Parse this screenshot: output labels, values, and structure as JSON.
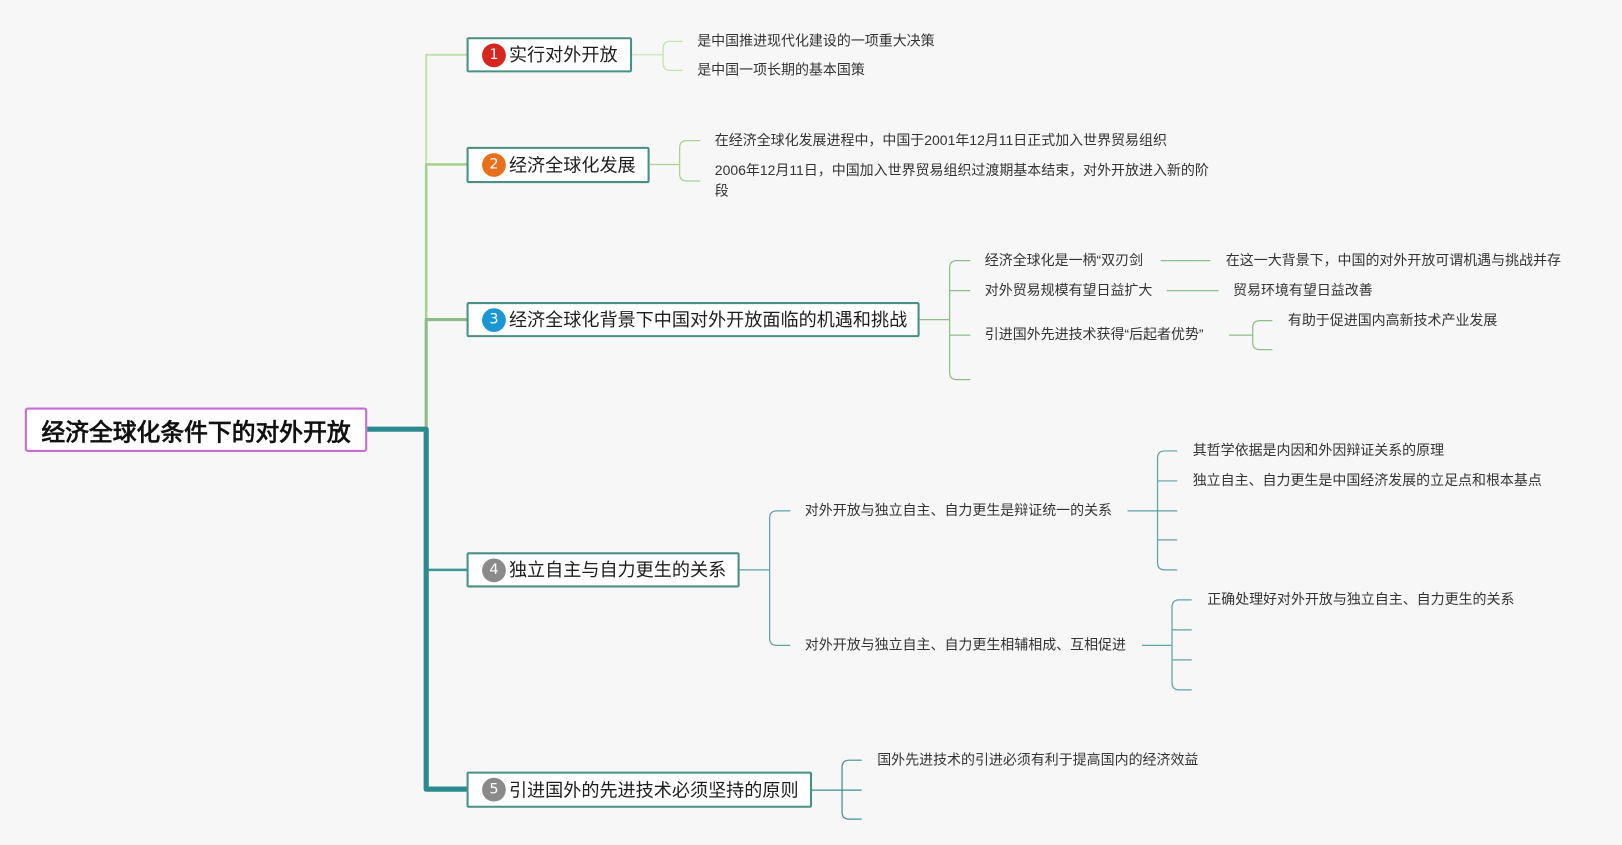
{
  "colors": {
    "background": "#f7f7f7",
    "central_topic_border": "#c86dd7",
    "topic_border": "#4a8f84",
    "trunk": "#2a8a8e"
  },
  "central_topic": {
    "label": "经济全球化条件下的对外开放"
  },
  "branches": [
    {
      "number": "1",
      "label": "实行对外开放",
      "badge_color": "#d7261e",
      "line_color": "#c2e3aa",
      "children": [
        {
          "label": "是中国推进现代化建设的一项重大决策"
        },
        {
          "label": "是中国一项长期的基本国策"
        }
      ]
    },
    {
      "number": "2",
      "label": "经济全球化发展",
      "badge_color": "#e8701c",
      "line_color": "#a9d190",
      "children": [
        {
          "label": "在经济全球化发展进程中，中国于2001年12月11日正式加入世界贸易组织"
        },
        {
          "label": "2006年12月11日，中国加入世界贸易组织过渡期基本结束，对外开放进入新的阶段"
        }
      ]
    },
    {
      "number": "3",
      "label": "经济全球化背景下中国对外开放面临的机遇和挑战",
      "badge_color": "#1a96d4",
      "line_color": "#8bbd88",
      "children": [
        {
          "label": "经济全球化是一柄“双刃剑",
          "children": [
            {
              "label": "在这一大背景下，中国的对外开放可谓机遇与挑战并存"
            }
          ]
        },
        {
          "label": "对外贸易规模有望日益扩大",
          "children": [
            {
              "label": "贸易环境有望日益改善"
            }
          ]
        },
        {
          "label": "引进国外先进技术获得“后起者优势”",
          "children": [
            {
              "label": "有助于促进国内高新技术产业发展"
            },
            {
              "label": ""
            }
          ]
        },
        {
          "label": ""
        }
      ]
    },
    {
      "number": "4",
      "label": "独立自主与自力更生的关系",
      "badge_color": "#8a8a8a",
      "line_color": "#5ea3a7",
      "children": [
        {
          "label": "对外开放与独立自主、自力更生是辩证统一的关系",
          "children": [
            {
              "label": "其哲学依据是内因和外因辩证关系的原理"
            },
            {
              "label": "独立自主、自力更生是中国经济发展的立足点和根本基点"
            },
            {
              "label": ""
            },
            {
              "label": ""
            },
            {
              "label": ""
            }
          ]
        },
        {
          "label": "对外开放与独立自主、自力更生相辅相成、互相促进",
          "children": [
            {
              "label": "正确处理好对外开放与独立自主、自力更生的关系"
            },
            {
              "label": ""
            },
            {
              "label": ""
            },
            {
              "label": ""
            }
          ]
        }
      ]
    },
    {
      "number": "5",
      "label": "引进国外的先进技术必须坚持的原则",
      "badge_color": "#8a8a8a",
      "line_color": "#3f8f93",
      "children": [
        {
          "label": "国外先进技术的引进必须有利于提高国内的经济效益"
        },
        {
          "label": ""
        },
        {
          "label": ""
        }
      ]
    }
  ]
}
